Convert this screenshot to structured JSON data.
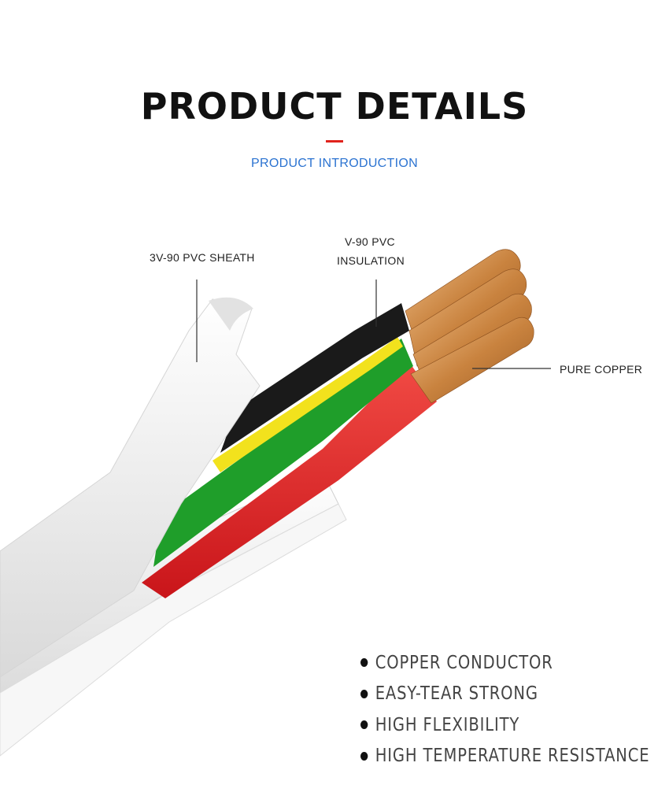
{
  "header": {
    "title": "PRODUCT DETAILS",
    "subtitle": "PRODUCT INTRODUCTION"
  },
  "callouts": {
    "sheath": "3V-90 PVC SHEATH",
    "insulation_line1": "V-90 PVC",
    "insulation_line2": "INSULATION",
    "copper": "PURE COPPER"
  },
  "features": [
    "COPPER CONDUCTOR",
    "EASY-TEAR STRONG",
    "HIGH FLEXIBILITY",
    "HIGH TEMPERATURE RESISTANCE"
  ],
  "colors": {
    "accent_red": "#e0231c",
    "subtitle_blue": "#2b73d1",
    "wire_black": "#1a1a1a",
    "wire_earth_green": "#1f9e2a",
    "wire_earth_yellow": "#f2e21d",
    "wire_red": "#e6262a",
    "copper": "#c9833f",
    "sheath_white": "#f4f4f4"
  }
}
